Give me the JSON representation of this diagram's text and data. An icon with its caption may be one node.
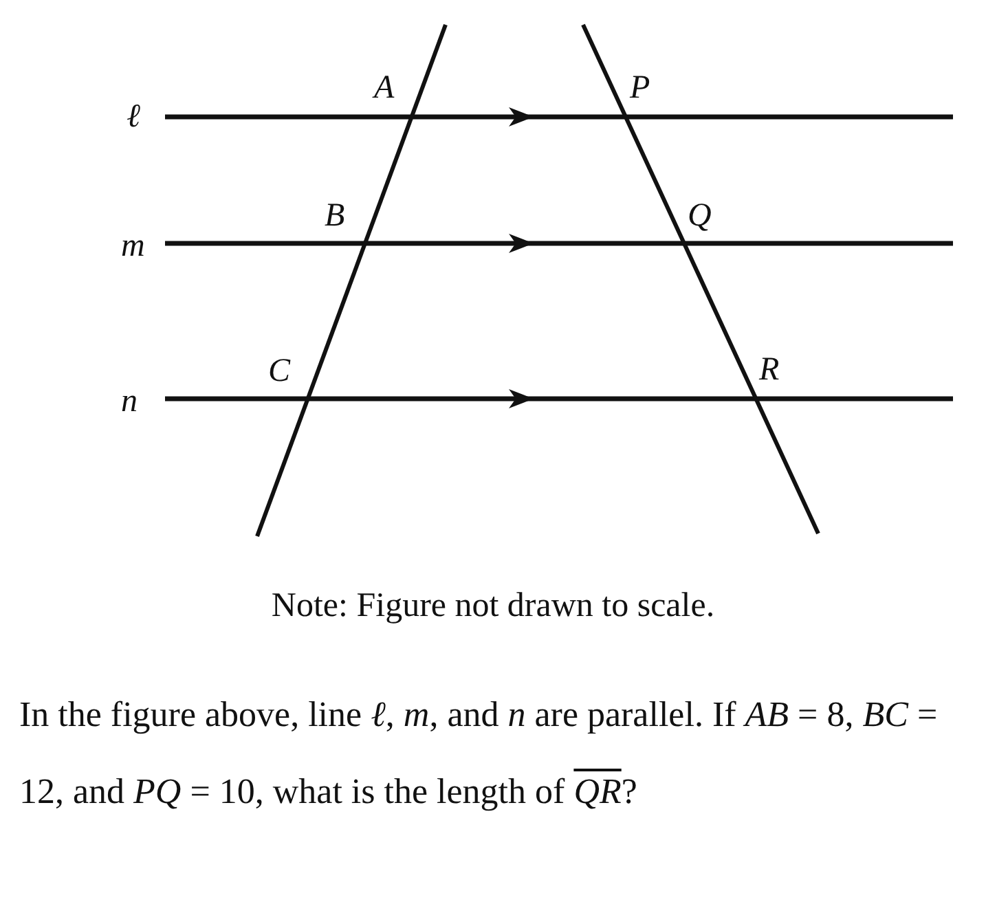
{
  "diagram": {
    "caption": "Note: Figure not drawn to scale.",
    "labels": [
      "ℓ",
      "A",
      "P",
      "m",
      "B",
      "Q",
      "n",
      "C",
      "R",
      "In the figure above, line *ℓ*, *m*, and *n* are parallel. If *AB* = 8, *BC* = 12, and *PQ* = 10, what is the length of *QR*?"
    ]
  }
}
